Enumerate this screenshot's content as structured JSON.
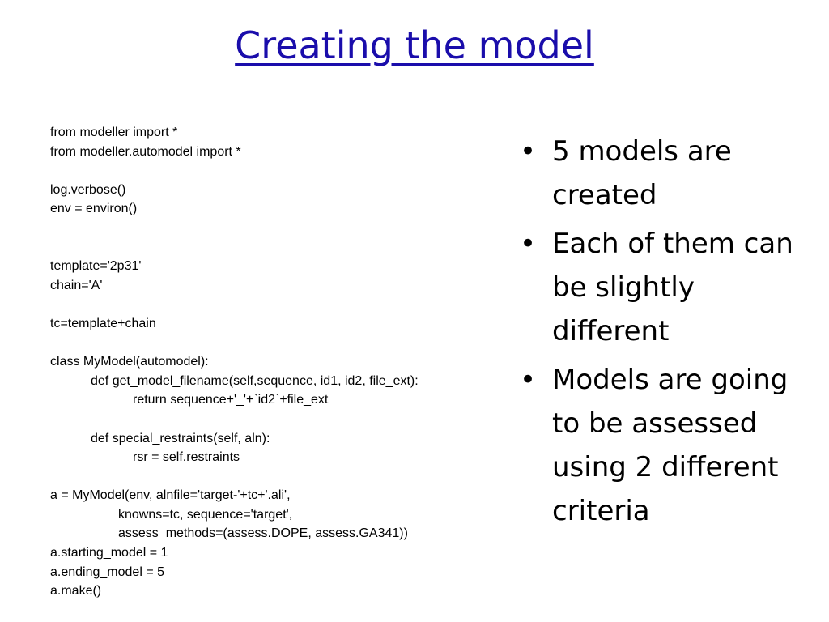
{
  "slide": {
    "title": "Creating the model",
    "code_lines": [
      {
        "text": "from modeller import *",
        "indent": 0
      },
      {
        "text": "from modeller.automodel import *",
        "indent": 0
      },
      {
        "text": "",
        "indent": 0
      },
      {
        "text": "log.verbose()",
        "indent": 0
      },
      {
        "text": "env = environ()",
        "indent": 0
      },
      {
        "text": "",
        "indent": 0
      },
      {
        "text": "",
        "indent": 0
      },
      {
        "text": "template='2p31'",
        "indent": 0
      },
      {
        "text": "chain='A'",
        "indent": 0
      },
      {
        "text": "",
        "indent": 0
      },
      {
        "text": "tc=template+chain",
        "indent": 0
      },
      {
        "text": "",
        "indent": 0
      },
      {
        "text": "class MyModel(automodel):",
        "indent": 0
      },
      {
        "text": "def get_model_filename(self,sequence, id1, id2, file_ext):",
        "indent": 1
      },
      {
        "text": "return sequence+'_'+`id2`+file_ext",
        "indent": 2
      },
      {
        "text": "",
        "indent": 0
      },
      {
        "text": "def special_restraints(self, aln):",
        "indent": 1
      },
      {
        "text": "rsr = self.restraints",
        "indent": 2
      },
      {
        "text": "",
        "indent": 0
      },
      {
        "text": "a = MyModel(env, alnfile='target-'+tc+'.ali',",
        "indent": 0
      },
      {
        "text": "knowns=tc, sequence='target',",
        "indent": "c"
      },
      {
        "text": "assess_methods=(assess.DOPE, assess.GA341))",
        "indent": "c"
      },
      {
        "text": "a.starting_model = 1",
        "indent": 0
      },
      {
        "text": "a.ending_model = 5",
        "indent": 0
      },
      {
        "text": "a.make()",
        "indent": 0
      }
    ],
    "bullet_symbol": "•",
    "bullets": [
      "5 models are created",
      "Each of them can be slightly different",
      "Models are going to be assessed using 2 different criteria"
    ]
  }
}
